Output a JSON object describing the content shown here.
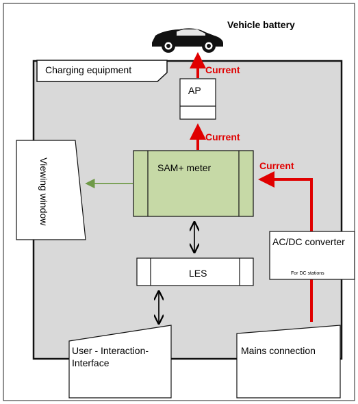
{
  "diagram": {
    "vehicle_label": "Vehicle battery",
    "charging_equipment_label": "Charging equipment",
    "current_labels": [
      "Current",
      "Current",
      "Current"
    ],
    "ap_label": "AP",
    "sam_label": "SAM+ meter",
    "viewing_window_label": "Viewing window",
    "les_label": "LES",
    "acdc_label": "AC/DC converter",
    "acdc_note": "For DC stations",
    "ui_label_line1": "User - Interaction-",
    "ui_label_line2": "Interface",
    "mains_label": "Mains connection",
    "colors": {
      "current_arrow": "#e00000",
      "sam_fill": "#c6d9a6",
      "equipment_fill": "#d9d9d9",
      "view_arrow": "#6f9a48"
    }
  }
}
